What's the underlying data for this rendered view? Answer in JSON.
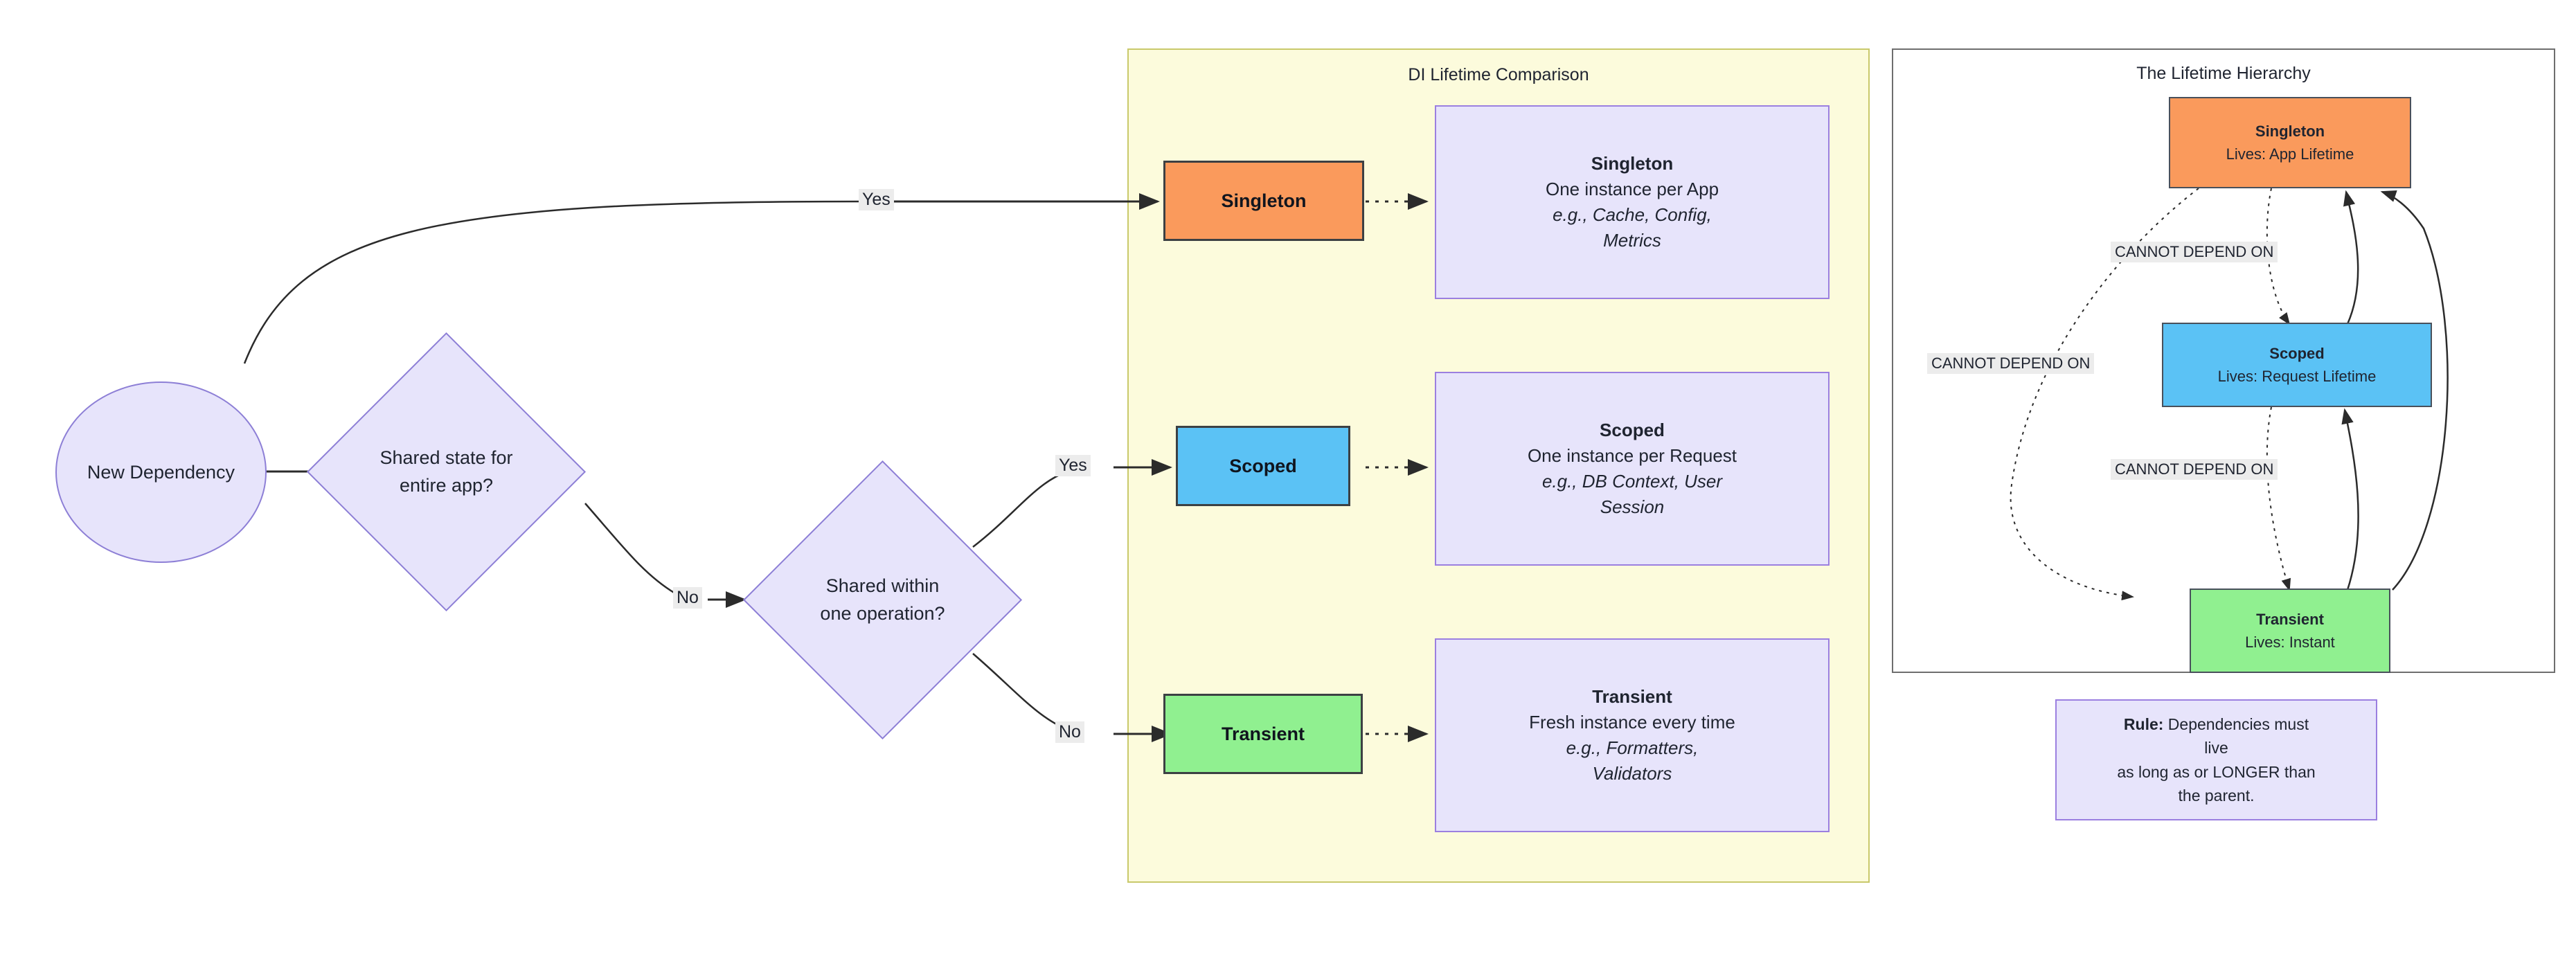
{
  "diagram": {
    "start": {
      "label": "New Dependency"
    },
    "decisions": [
      {
        "id": "d1",
        "line1": "Shared state for",
        "line2": "entire app?"
      },
      {
        "id": "d2",
        "line1": "Shared within",
        "line2": "one operation?"
      }
    ],
    "edge_labels": {
      "d1_yes": "Yes",
      "d1_no": "No",
      "d2_yes": "Yes",
      "d2_no": "No"
    },
    "comparison_panel": {
      "title": "DI Lifetime Comparison",
      "rows": [
        {
          "pill": "Singleton",
          "card_title": "Singleton",
          "card_line2": "One instance per App",
          "card_line3": "e.g., Cache, Config,",
          "card_line4": "Metrics"
        },
        {
          "pill": "Scoped",
          "card_title": "Scoped",
          "card_line2": "One instance per Request",
          "card_line3": "e.g., DB Context, User",
          "card_line4": "Session"
        },
        {
          "pill": "Transient",
          "card_title": "Transient",
          "card_line2": "Fresh instance every time",
          "card_line3": "e.g., Formatters,",
          "card_line4": "Validators"
        }
      ]
    },
    "hierarchy_panel": {
      "title": "The Lifetime Hierarchy",
      "boxes": [
        {
          "name": "Singleton",
          "lives": "Lives: App Lifetime"
        },
        {
          "name": "Scoped",
          "lives": "Lives: Request Lifetime"
        },
        {
          "name": "Transient",
          "lives": "Lives: Instant"
        }
      ],
      "edge_labels": {
        "singleton_to_scoped": "CANNOT DEPEND ON",
        "singleton_to_transient": "CANNOT DEPEND ON",
        "scoped_to_transient": "CANNOT DEPEND ON"
      }
    },
    "rule_card": {
      "bold_prefix": "Rule:",
      "line1_rest": " Dependencies must",
      "line2": "live",
      "line3": "as long as or LONGER than",
      "line4": "the parent."
    },
    "colors": {
      "singleton": "#FA9A5C",
      "scoped": "#5BC2F5",
      "transient": "#90F090",
      "card_fill": "#E7E4FB",
      "card_border": "#9B7FE0",
      "panel_yellow_fill": "#FCFBDC",
      "panel_yellow_border": "#C9C96B",
      "edge_label_bg": "#ECECEC"
    }
  }
}
